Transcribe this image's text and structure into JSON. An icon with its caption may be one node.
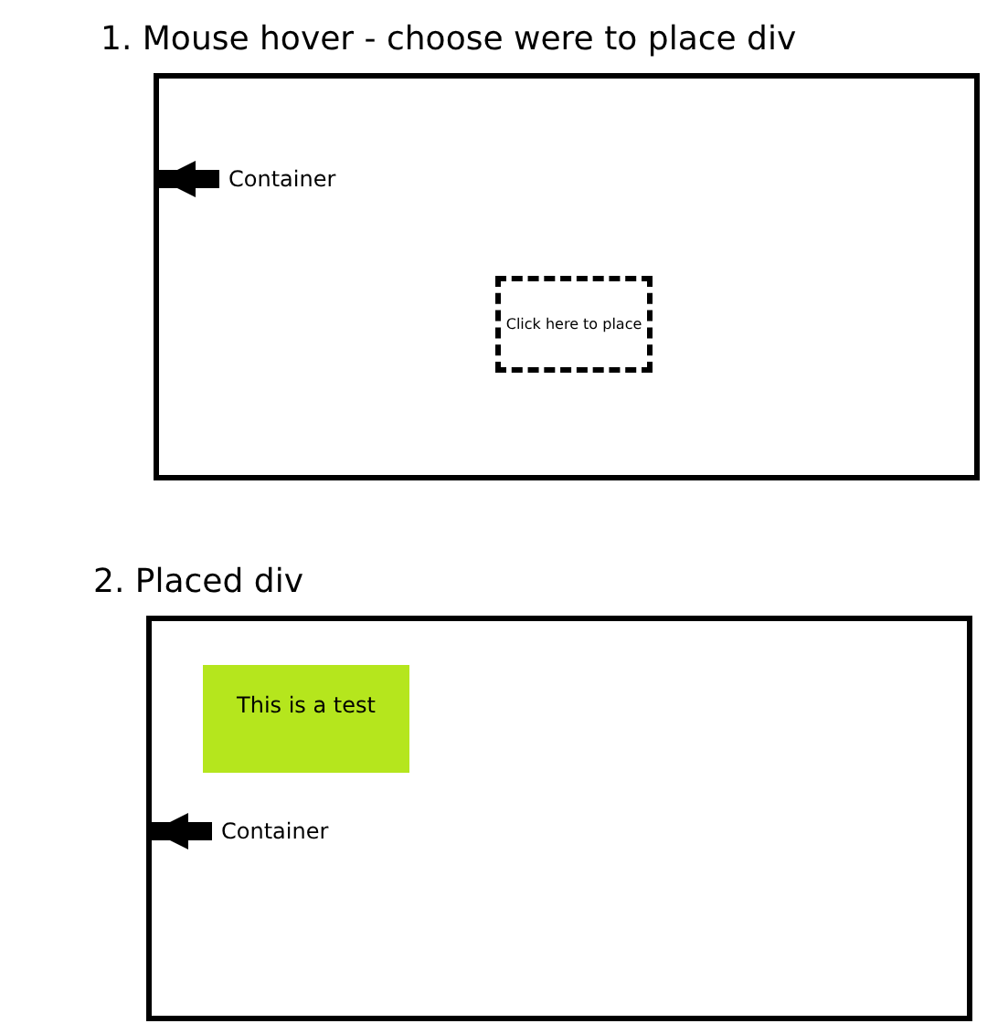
{
  "diagram": {
    "nodes": [
      {
        "text": [
          "1. Mouse hover - choose were to place div"
        ]
      },
      {
        "text": [
          "Container"
        ],
        "in": 0
      },
      {
        "text": [
          "Click here to place"
        ],
        "in": 0
      },
      {
        "text": [
          "2. Placed div"
        ]
      },
      {
        "text": [
          "This is a test"
        ],
        "in": 3
      },
      {
        "text": [
          "Container"
        ],
        "in": 3
      }
    ],
    "edges": [
      {
        "from": 1,
        "to": 0,
        "arrow": "to"
      },
      {
        "from": 5,
        "to": 3,
        "arrow": "to"
      }
    ]
  }
}
